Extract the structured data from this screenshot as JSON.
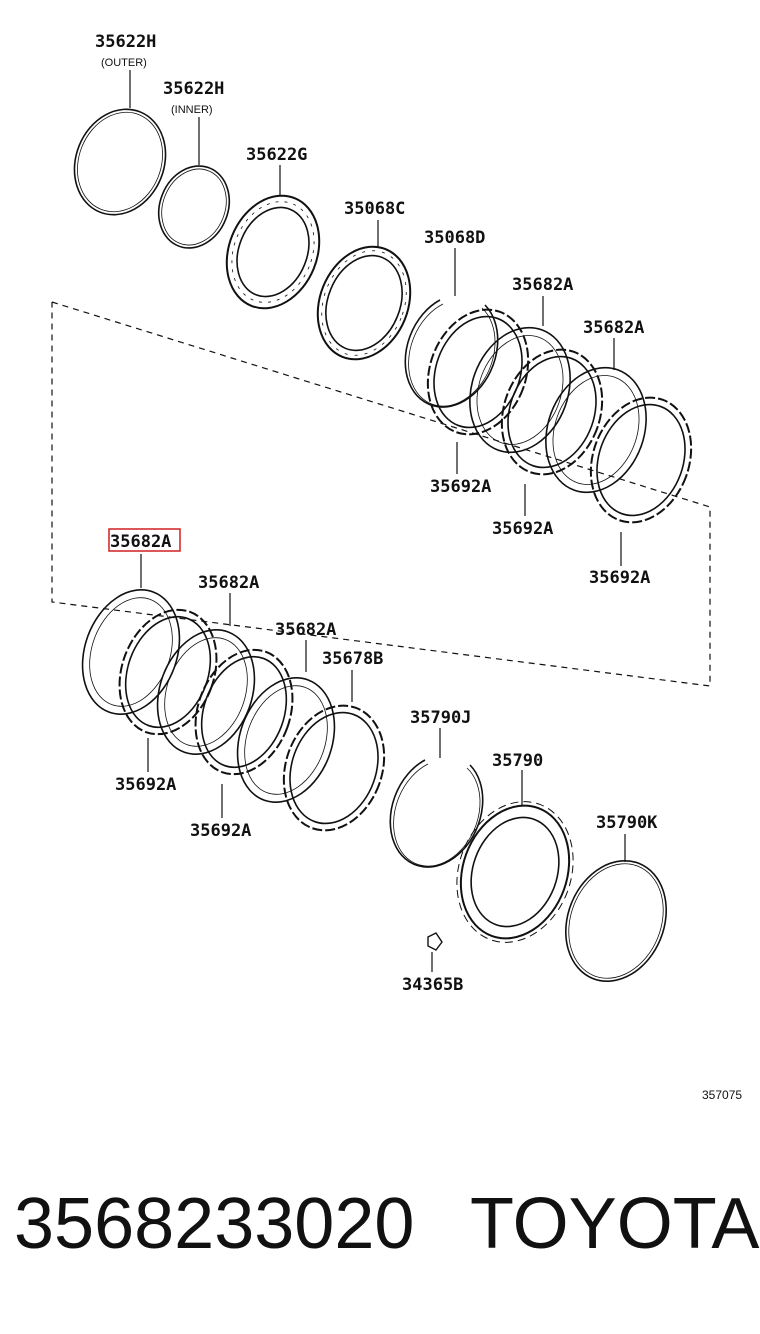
{
  "diagram": {
    "labels": {
      "p35622H_outer": "35622H",
      "p35622H_outer_note": "(OUTER)",
      "p35622H_inner": "35622H",
      "p35622H_inner_note": "(INNER)",
      "p35622G": "35622G",
      "p35068C": "35068C",
      "p35068D": "35068D",
      "p35682A_u1": "35682A",
      "p35682A_u2": "35682A",
      "p35692A_u1": "35692A",
      "p35692A_u2": "35692A",
      "p35692A_u3": "35692A",
      "p35682A_highlight": "35682A",
      "p35682A_l2": "35682A",
      "p35682A_l3": "35682A",
      "p35678B": "35678B",
      "p35790J": "35790J",
      "p35790": "35790",
      "p35790K": "35790K",
      "p35692A_l1": "35692A",
      "p35692A_l2": "35692A",
      "p34365B": "34365B"
    },
    "ref_number": "357075",
    "highlight_color": "#d32f2f"
  },
  "caption": {
    "part_number": "3568233020",
    "brand": "TOYOTA"
  }
}
